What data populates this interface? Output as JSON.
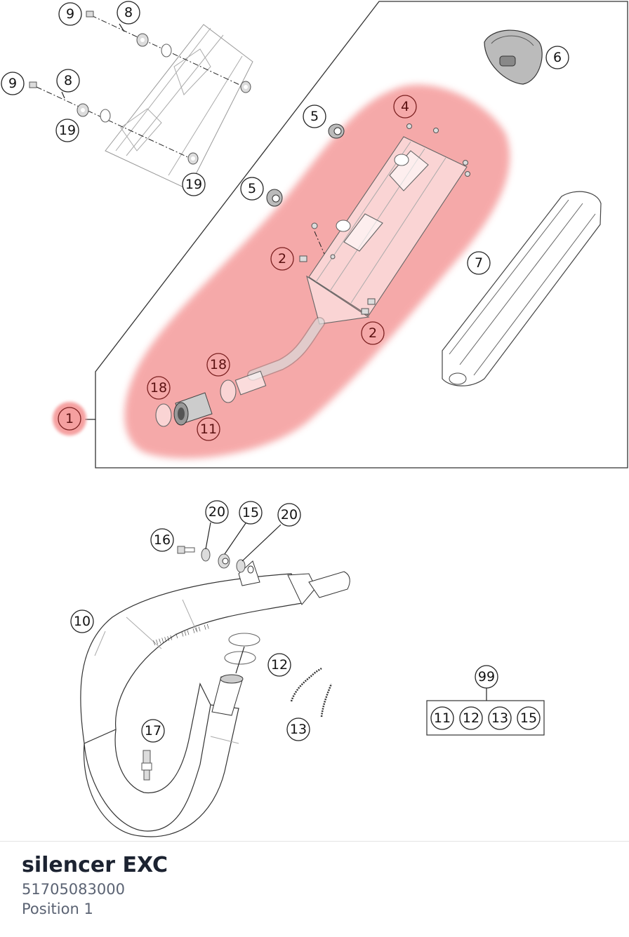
{
  "footer": {
    "title": "silencer EXC",
    "part_number": "51705083000",
    "position_label": "Position 1"
  },
  "colors": {
    "highlight": "#f5a0a0",
    "line": "#222222",
    "title": "#1c2331",
    "subtitle": "#5b6373"
  },
  "diagram": {
    "callouts": [
      "9",
      "8",
      "9",
      "8",
      "19",
      "19",
      "6",
      "5",
      "4",
      "5",
      "2",
      "7",
      "2",
      "18",
      "18",
      "1",
      "11",
      "20",
      "15",
      "20",
      "16",
      "10",
      "12",
      "99",
      "13",
      "17"
    ],
    "kit_items": [
      "11",
      "12",
      "13",
      "15"
    ],
    "selected_callout": "1"
  }
}
